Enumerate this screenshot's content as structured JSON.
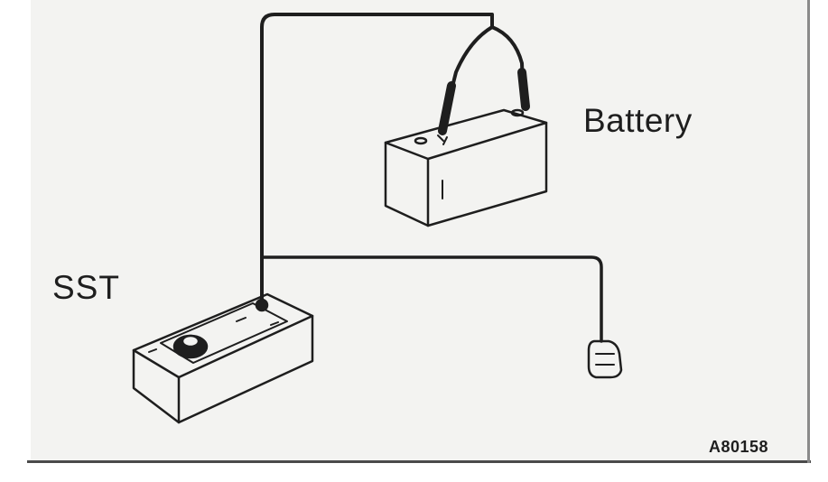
{
  "labels": {
    "battery": "Battery",
    "sst": "SST",
    "figure_code": "A80158"
  },
  "colors": {
    "background": "#f3f3f1",
    "ink": "#1e1e1e"
  }
}
